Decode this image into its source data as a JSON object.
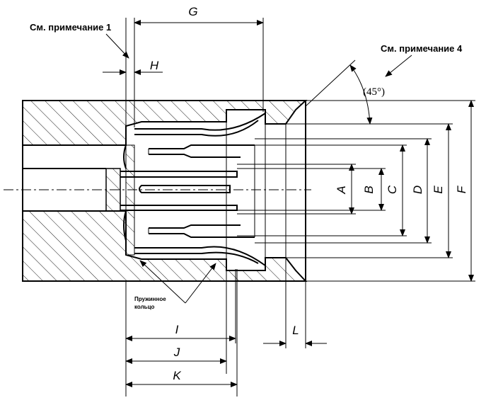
{
  "notes": {
    "note1": "См. примечание 1",
    "note4": "См. примечание 4",
    "spring_ring": [
      "Пружинное",
      "кольцо"
    ]
  },
  "angle_label": "(45°)",
  "dimension_labels": {
    "A": "A",
    "B": "B",
    "C": "C",
    "D": "D",
    "E": "E",
    "F": "F",
    "G": "G",
    "H": "H",
    "I": "I",
    "J": "J",
    "K": "K",
    "L": "L"
  }
}
